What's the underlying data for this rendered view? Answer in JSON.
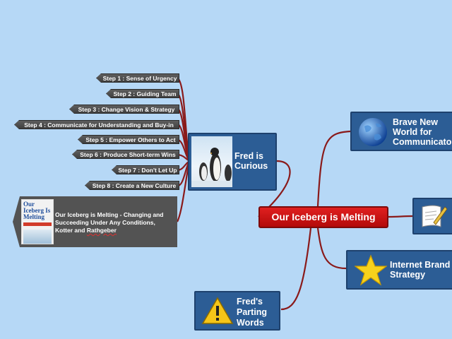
{
  "central_topic": "Our Iceberg is Melting",
  "steps": [
    {
      "label": "Step 1 : Sense of Urgency"
    },
    {
      "label": "Step 2 : Guiding Team"
    },
    {
      "label": "Step  3 : Change Vision & Strategy"
    },
    {
      "label": "Step 4 :  Communicate for Understanding and Buy-in"
    },
    {
      "label": "Step 5 : Empower Others to Act"
    },
    {
      "label": "Step 6 : Produce Short-term Wins"
    },
    {
      "label": "Step 7 : Don't Let Up"
    },
    {
      "label": "Step 8 : Create a New Culture"
    }
  ],
  "book": {
    "cover_title": "Our Iceberg Is Melting",
    "description_line1": "Our Iceberg is Melting - Changing and",
    "description_line2": "Succeeding Under Any Conditions,",
    "description_line3_a": "Kotter",
    "description_line3_b": " and ",
    "description_line3_c": "Rathgeber"
  },
  "nodes": {
    "fred_curious": "Fred is Curious",
    "brave_new_world": "Brave New World for Communicators",
    "internet_brand": "Internet Brand Strategy",
    "fred_parting": "Fred's Parting Words"
  },
  "icons": {
    "fred_curious": "penguin-image",
    "brave_new_world": "globe-icon",
    "unlabeled_node": "document-pen-icon",
    "internet_brand": "star-icon",
    "fred_parting": "warning-triangle-icon"
  },
  "colors": {
    "background": "#b6d8f6",
    "link": "#8a1a1a",
    "node_fill": "#2c5d95",
    "central_fill": "#d11414",
    "step_fill": "#4a4a4a"
  }
}
